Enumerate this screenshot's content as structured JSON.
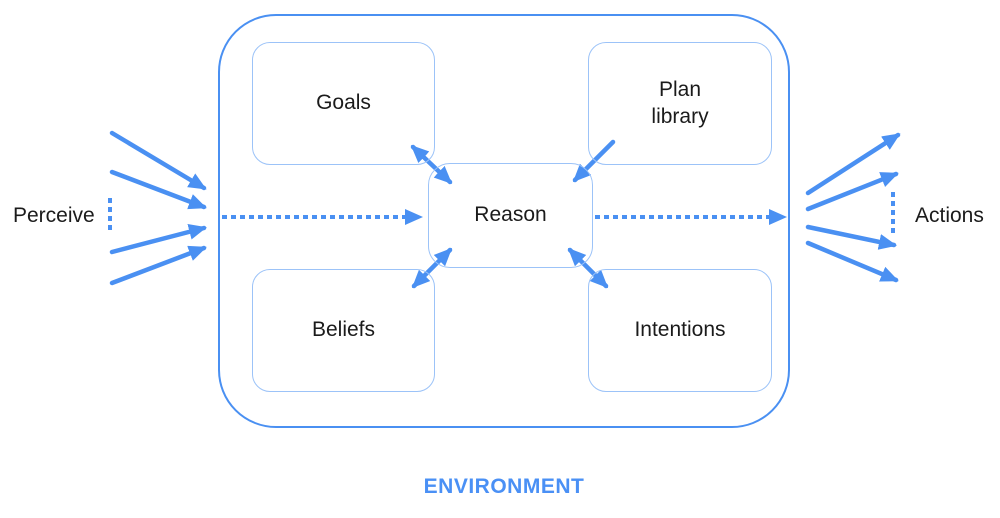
{
  "diagram": {
    "environment_label": "ENVIRONMENT",
    "left_label": "Perceive",
    "right_label": "Actions",
    "nodes": {
      "goals": "Goals",
      "plan_library": "Plan\nlibrary",
      "reason": "Reason",
      "beliefs": "Beliefs",
      "intentions": "Intentions"
    }
  },
  "colors": {
    "accent": "#4a90f2",
    "box_border": "#9cc3f8",
    "text": "#1b1b1b",
    "environment_text": "#4a90f5",
    "background": "#ffffff"
  }
}
